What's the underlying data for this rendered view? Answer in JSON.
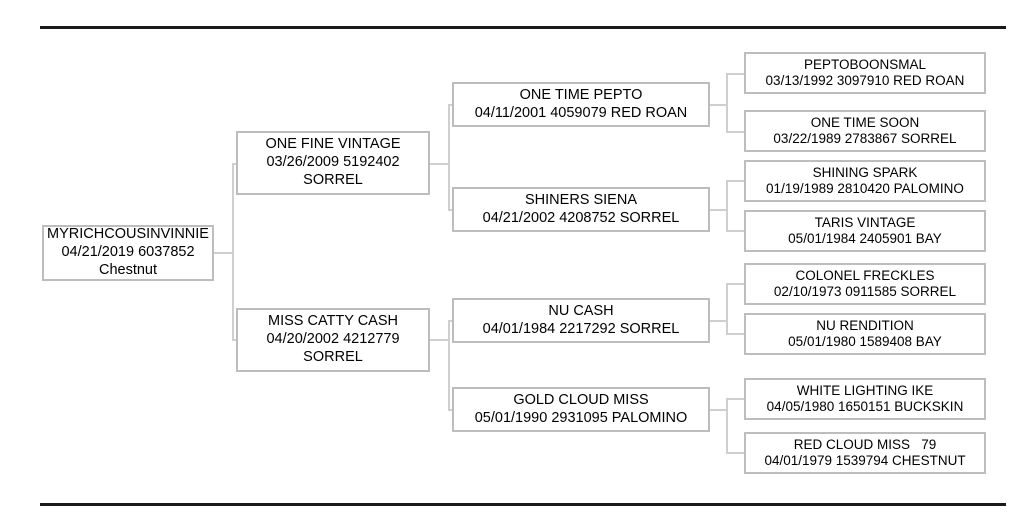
{
  "chart_type": "pedigree-tree",
  "colors": {
    "rule": "#1a1a1a",
    "box_border": "#bdbdbd",
    "connector": "#cfcfcf",
    "background": "#ffffff",
    "text": "#000000"
  },
  "pedigree": {
    "generation_0": [
      {
        "id": "subject",
        "name": "MYRICHCOUSINVINNIE",
        "details": "04/21/2019 6037852",
        "color": "Chestnut"
      }
    ],
    "generation_1": [
      {
        "id": "sire",
        "name": "ONE FINE VINTAGE",
        "details": "03/26/2009 5192402",
        "color": "SORREL"
      },
      {
        "id": "dam",
        "name": "MISS CATTY CASH",
        "details": "04/20/2002 4212779",
        "color": "SORREL"
      }
    ],
    "generation_2": [
      {
        "id": "sire-sire",
        "name": "ONE TIME PEPTO",
        "details": "04/11/2001 4059079 RED ROAN"
      },
      {
        "id": "sire-dam",
        "name": "SHINERS SIENA",
        "details": "04/21/2002 4208752 SORREL"
      },
      {
        "id": "dam-sire",
        "name": "NU CASH",
        "details": "04/01/1984 2217292 SORREL"
      },
      {
        "id": "dam-dam",
        "name": "GOLD CLOUD MISS",
        "details": "05/01/1990 2931095 PALOMINO"
      }
    ],
    "generation_3": [
      {
        "id": "ss-sire",
        "name": "PEPTOBOONSMAL",
        "details": "03/13/1992 3097910 RED ROAN"
      },
      {
        "id": "ss-dam",
        "name": "ONE TIME SOON",
        "details": "03/22/1989 2783867 SORREL"
      },
      {
        "id": "sd-sire",
        "name": "SHINING SPARK",
        "details": "01/19/1989 2810420 PALOMINO"
      },
      {
        "id": "sd-dam",
        "name": "TARIS VINTAGE",
        "details": "05/01/1984 2405901 BAY"
      },
      {
        "id": "ds-sire",
        "name": "COLONEL FRECKLES",
        "details": "02/10/1973 0911585 SORREL"
      },
      {
        "id": "ds-dam",
        "name": "NU RENDITION",
        "details": "05/01/1980 1589408 BAY"
      },
      {
        "id": "dd-sire",
        "name": "WHITE LIGHTING IKE",
        "details": "04/05/1980 1650151 BUCKSKIN"
      },
      {
        "id": "dd-dam",
        "name": "RED CLOUD MISS   79",
        "details": "04/01/1979 1539794 CHESTNUT"
      }
    ]
  }
}
